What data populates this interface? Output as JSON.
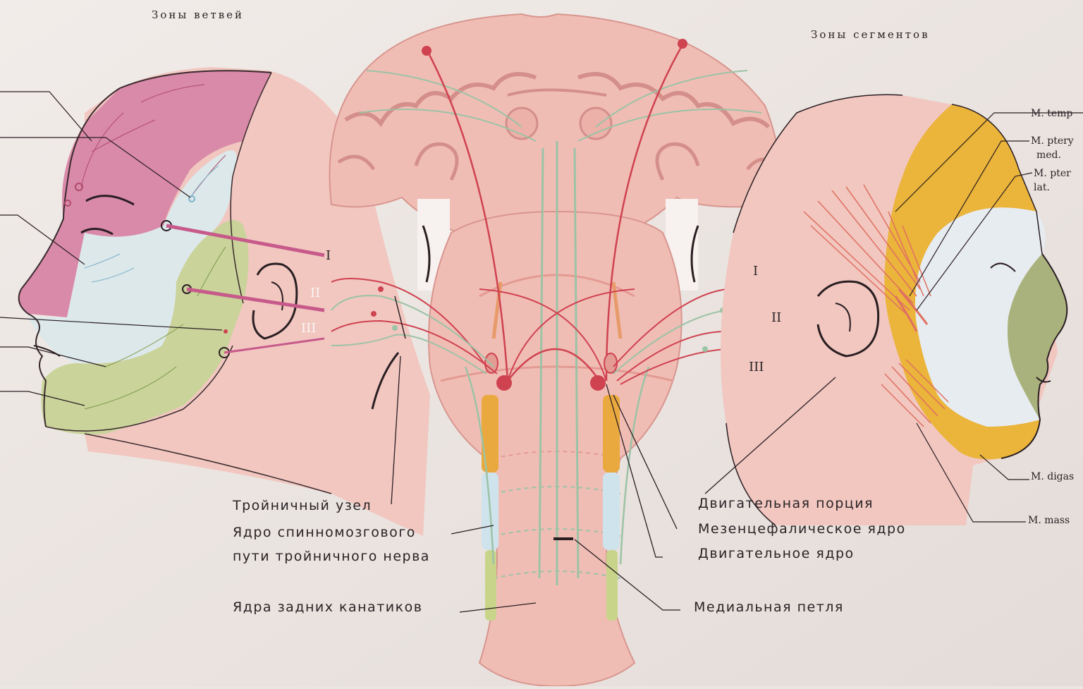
{
  "headings": {
    "zones_branches": "Зоны ветвей",
    "zones_segments": "Зоны сегментов"
  },
  "left_head": {
    "branches": [
      "I",
      "II",
      "III"
    ]
  },
  "right_head": {
    "branches": [
      "I",
      "II",
      "III"
    ],
    "muscles": {
      "temporalis": "M. temp",
      "pterygoideus_medialis_1": "M. ptery",
      "pterygoideus_medialis_2": "med.",
      "pterygoideus_lateralis_1": "M. pter",
      "pterygoideus_lateralis_2": "lat.",
      "digastricus": "M. digas",
      "masseter": "M. mass"
    }
  },
  "labels": {
    "trigeminal_ganglion": "Тройничный узел",
    "spinal_nucleus_line1": "Ядро спинномозгового",
    "spinal_nucleus_line2": "пути тройничного нерва",
    "posterior_column_nuclei": "Ядра задних канатиков",
    "motor_portion": "Двигательная порция",
    "mesencephalic_nucleus": "Мезенцефалическое ядро",
    "motor_nucleus": "Двигательное ядро",
    "medial_lemniscus": "Медиальная петля"
  },
  "colors": {
    "background": "#ece6e2",
    "skin": "#f1c7c0",
    "brain": "#f0bdb5",
    "forehead_zone_V1": "#d98aa8",
    "maxillary_zone_V2": "#dce8ea",
    "mandibular_zone_V3": "#c9d39a",
    "segment_yellow": "#ebb43a",
    "face_green": "#a9b27c",
    "nerve_red": "#cf4250",
    "tract_green": "#9cc3a5"
  }
}
